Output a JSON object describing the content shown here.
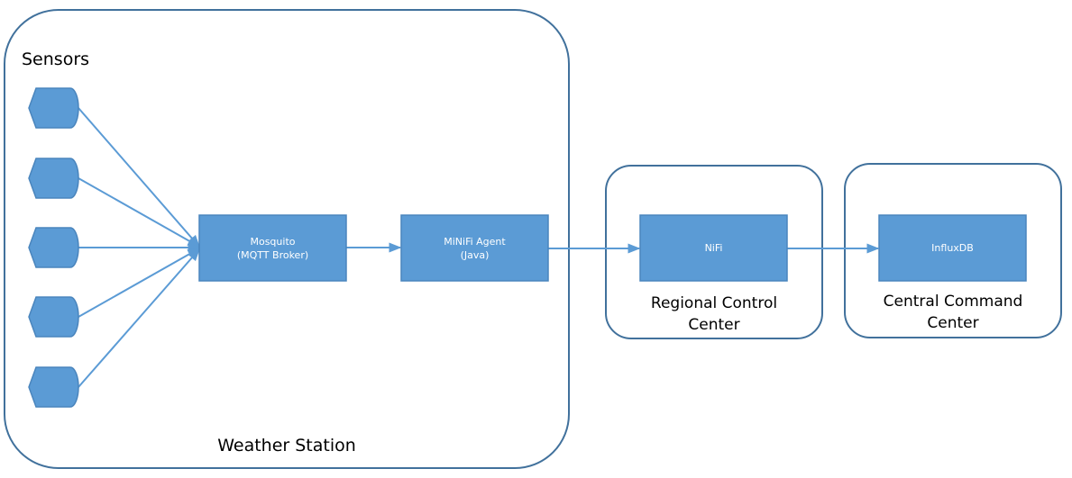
{
  "colors": {
    "node_fill": "#5b9bd5",
    "node_stroke": "#4a85bd",
    "group_stroke": "#41719c",
    "connector": "#5b9bd5",
    "node_text": "#ffffff"
  },
  "groups": {
    "weather_station": {
      "label": "Weather Station"
    },
    "sensors": {
      "label": "Sensors"
    },
    "regional": {
      "label_line1": "Regional Control",
      "label_line2": "Center"
    },
    "central": {
      "label_line1": "Central Command",
      "label_line2": "Center"
    }
  },
  "nodes": {
    "mosquito": {
      "line1": "Mosquito",
      "line2": "(MQTT Broker)"
    },
    "minifi": {
      "line1": "MiNiFi Agent",
      "line2": "(Java)"
    },
    "nifi": {
      "line1": "NiFi"
    },
    "influxdb": {
      "line1": "InfluxDB"
    }
  },
  "sensors": {
    "count": 5,
    "icon": "sensor-shape-icon"
  },
  "edges": [
    {
      "from": "sensor-1",
      "to": "mosquito"
    },
    {
      "from": "sensor-2",
      "to": "mosquito"
    },
    {
      "from": "sensor-3",
      "to": "mosquito"
    },
    {
      "from": "sensor-4",
      "to": "mosquito"
    },
    {
      "from": "sensor-5",
      "to": "mosquito"
    },
    {
      "from": "mosquito",
      "to": "minifi"
    },
    {
      "from": "minifi",
      "to": "nifi"
    },
    {
      "from": "nifi",
      "to": "influxdb"
    }
  ]
}
